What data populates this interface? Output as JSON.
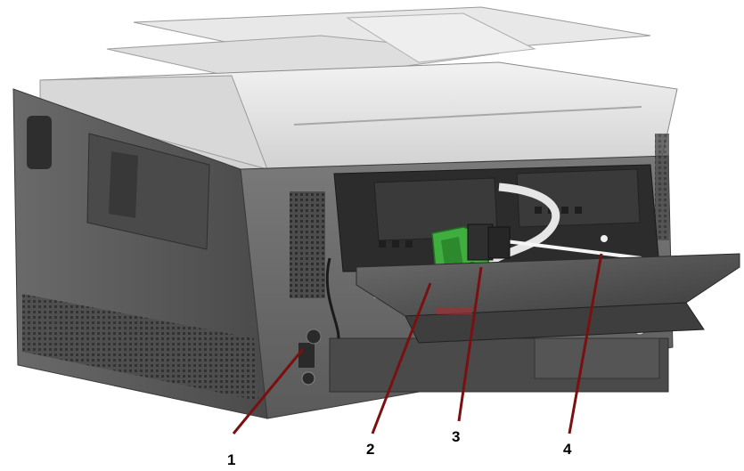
{
  "figure": {
    "subject": "scanner-rear-view-illustration",
    "colors": {
      "body_top": "#dcdcdc",
      "body_side": "#5a5a5a",
      "interior": "#3a3a3a",
      "roller_green": "#3fae3f",
      "leader_line": "#7a1010"
    },
    "callouts": [
      {
        "label": "1"
      },
      {
        "label": "2"
      },
      {
        "label": "3"
      },
      {
        "label": "4"
      }
    ]
  }
}
